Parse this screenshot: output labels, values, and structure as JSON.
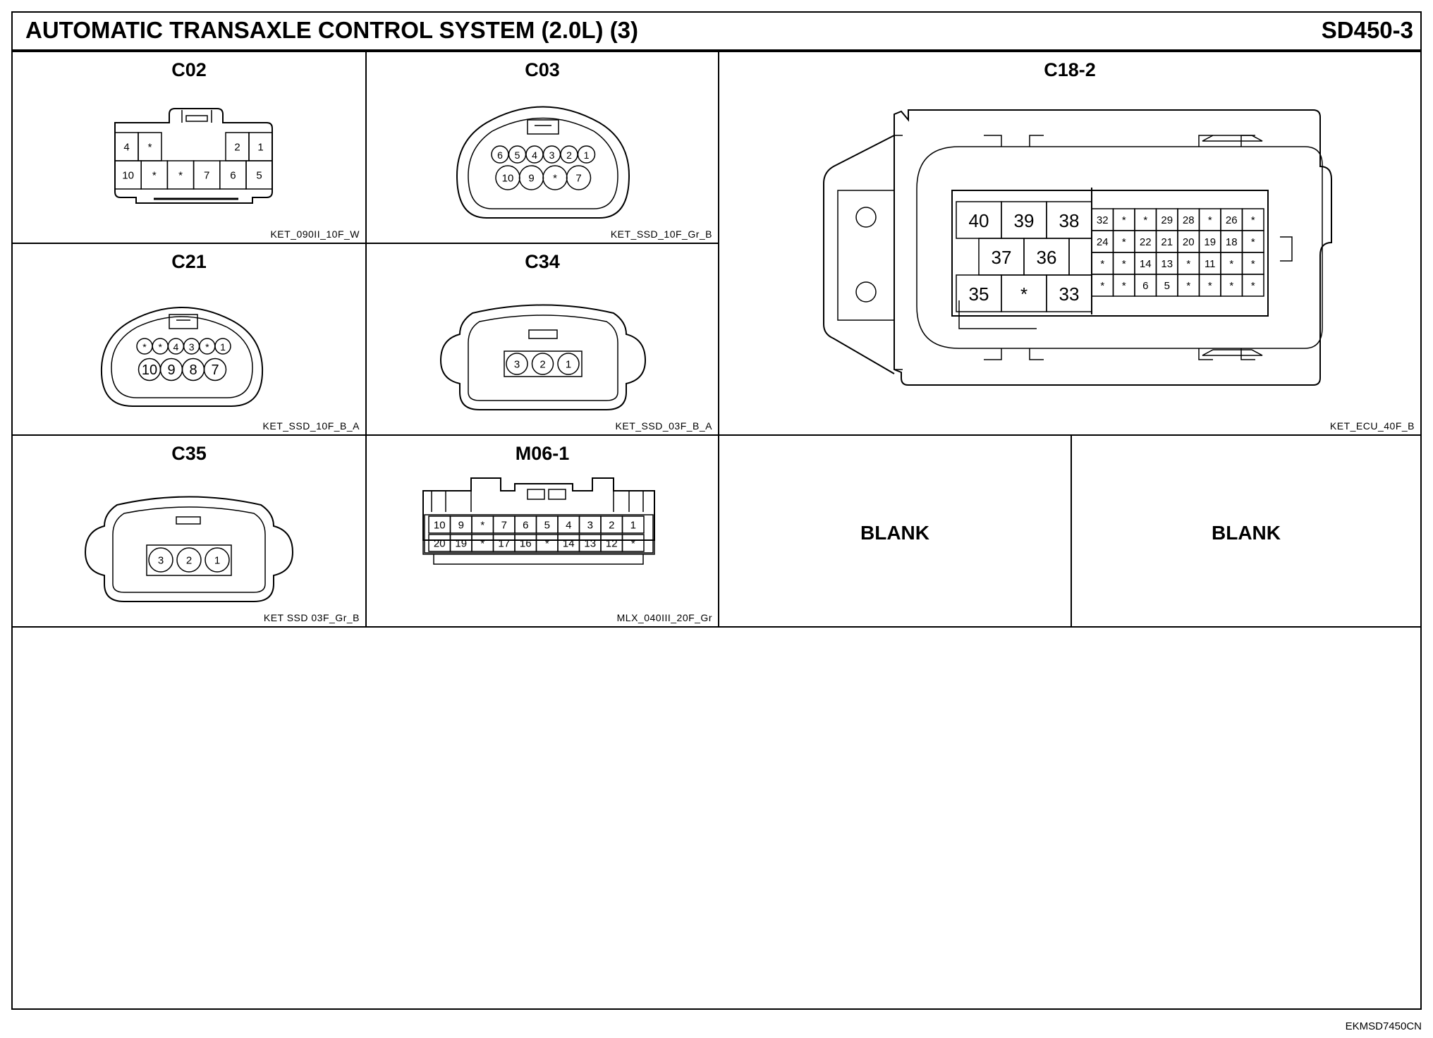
{
  "header": {
    "title": "AUTOMATIC TRANSAXLE CONTROL SYSTEM (2.0L) (3)",
    "code": "SD450-3"
  },
  "connectors": {
    "c02": {
      "name": "C02",
      "part": "KET_090II_10F_W",
      "row1": [
        "4",
        "*",
        "2",
        "1"
      ],
      "row2": [
        "10",
        "*",
        "*",
        "7",
        "6",
        "5"
      ]
    },
    "c03": {
      "name": "C03",
      "part": "KET_SSD_10F_Gr_B",
      "row1": [
        "6",
        "5",
        "4",
        "3",
        "2",
        "1"
      ],
      "row2": [
        "10",
        "9",
        "*",
        "7"
      ]
    },
    "c18": {
      "name": "C18-2",
      "part": "KET_ECU_40F_B",
      "big": [
        "40",
        "39",
        "38",
        "37",
        "36",
        "35",
        "*",
        "33"
      ],
      "grid": [
        [
          "32",
          "*",
          "*",
          "29",
          "28",
          "*",
          "26",
          "*"
        ],
        [
          "24",
          "*",
          "22",
          "21",
          "20",
          "19",
          "18",
          "*"
        ],
        [
          "*",
          "*",
          "14",
          "13",
          "*",
          "11",
          "*",
          "*"
        ],
        [
          "*",
          "*",
          "6",
          "5",
          "*",
          "*",
          "*",
          "*"
        ]
      ]
    },
    "c21": {
      "name": "C21",
      "part": "KET_SSD_10F_B_A",
      "row1": [
        "*",
        "*",
        "4",
        "3",
        "*",
        "1"
      ],
      "row2": [
        "10",
        "9",
        "8",
        "7"
      ]
    },
    "c34": {
      "name": "C34",
      "part": "KET_SSD_03F_B_A",
      "pins": [
        "3",
        "2",
        "1"
      ]
    },
    "c35": {
      "name": "C35",
      "part": "KET SSD 03F_Gr_B",
      "pins": [
        "3",
        "2",
        "1"
      ]
    },
    "m06": {
      "name": "M06-1",
      "part": "MLX_040III_20F_Gr",
      "row1": [
        "10",
        "9",
        "*",
        "7",
        "6",
        "5",
        "4",
        "3",
        "2",
        "1"
      ],
      "row2": [
        "20",
        "19",
        "*",
        "17",
        "16",
        "*",
        "14",
        "13",
        "12",
        "*"
      ]
    }
  },
  "blanks": [
    "BLANK",
    "BLANK"
  ],
  "footer_code": "EKMSD7450CN"
}
